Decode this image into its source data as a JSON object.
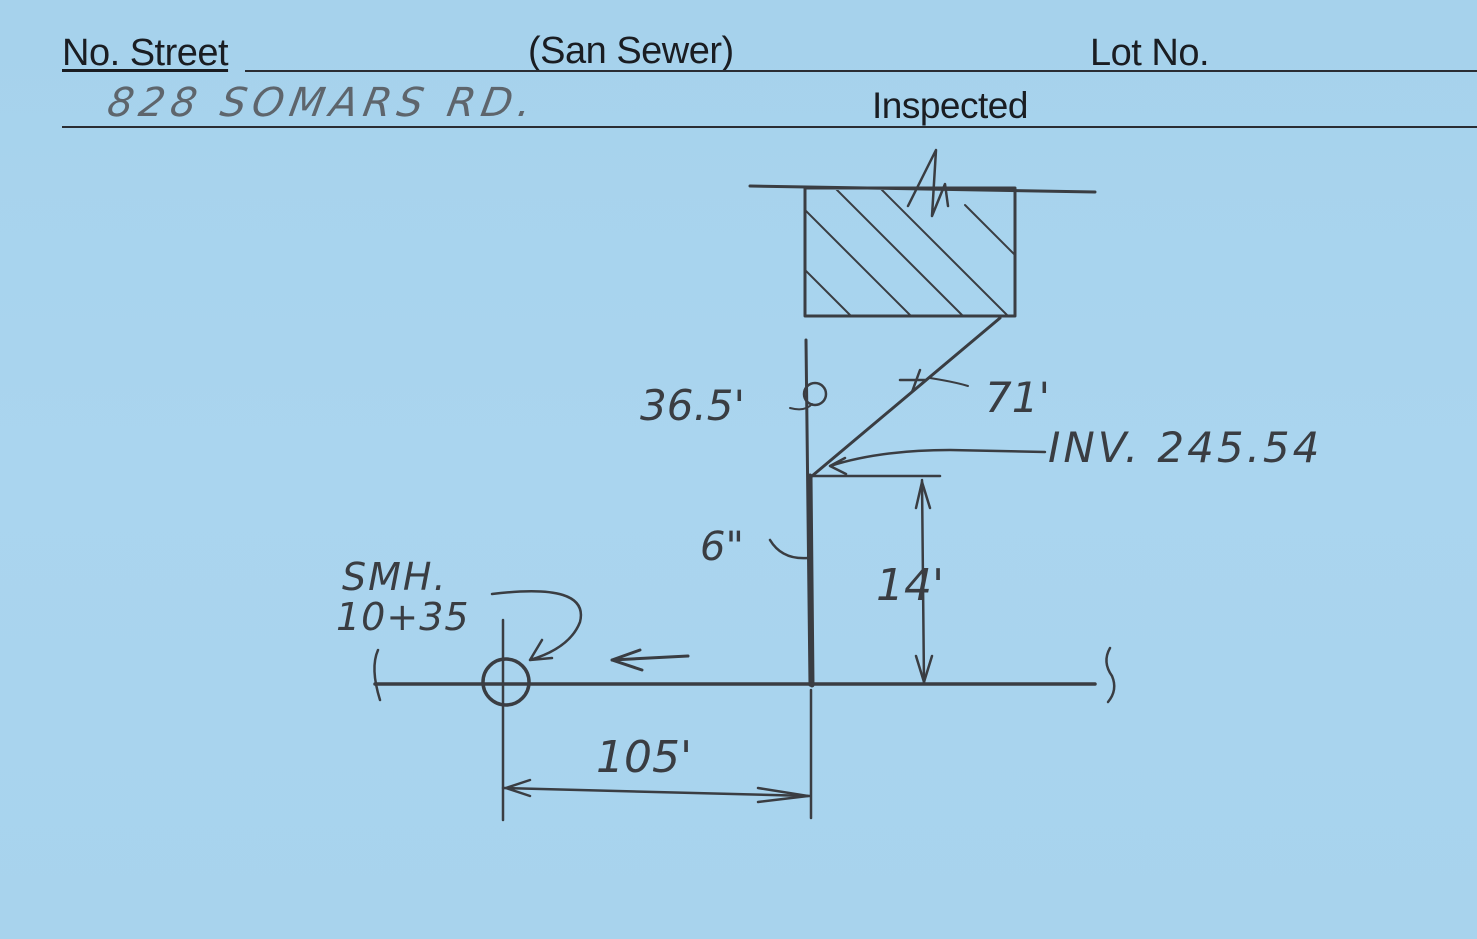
{
  "header": {
    "street_label": "No. Street",
    "type_label": "(San Sewer)",
    "lot_label": "Lot No.",
    "inspected_label": "Inspected",
    "address": "828 SOMARS RD."
  },
  "sketch": {
    "distance_to_bend": "36.5'",
    "service_length": "71'",
    "invert": "INV. 245.54",
    "pipe_size": "6\"",
    "depth": "14'",
    "manhole_label": "SMH.",
    "manhole_station": "10+35",
    "offset": "105'"
  }
}
